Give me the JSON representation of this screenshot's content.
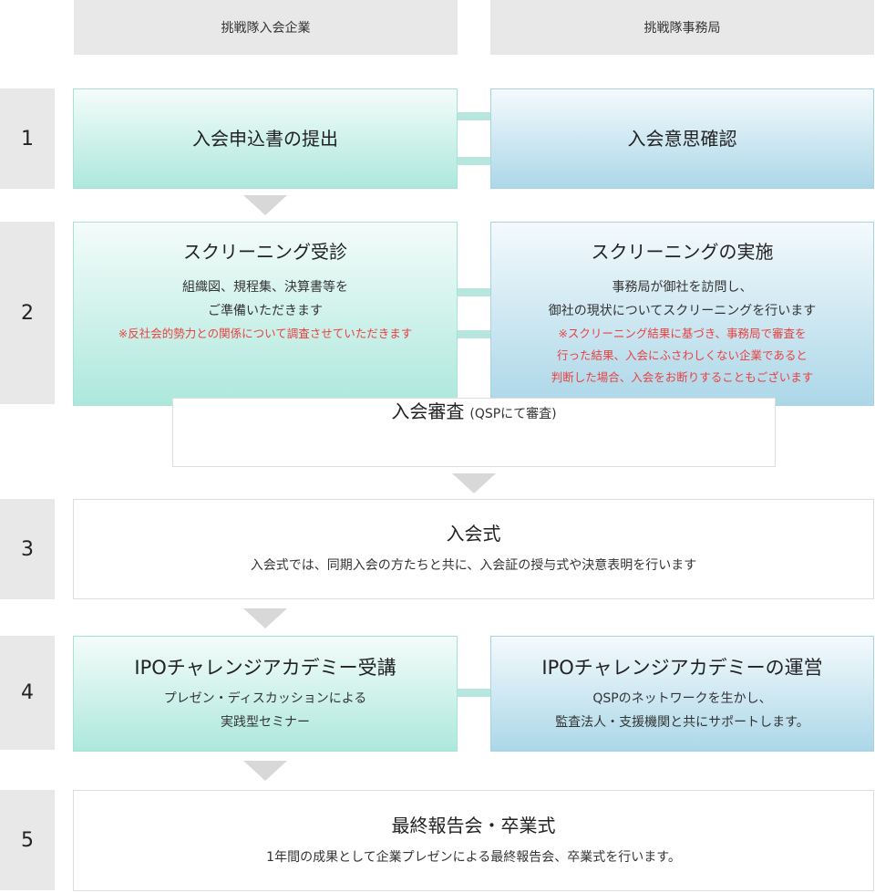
{
  "headers": {
    "left": "挑戦隊入会企業",
    "right": "挑戦隊事務局"
  },
  "steps": {
    "s1": {
      "num": "1",
      "left_title": "入会申込書の提出",
      "right_title": "入会意思確認"
    },
    "s2": {
      "num": "2",
      "left_title": "スクリーニング受診",
      "left_desc1": "組織図、規程集、決算書等を",
      "left_desc2": "ご準備いただきます",
      "left_note": "※反社会的勢力との関係について調査させていただきます",
      "right_title": "スクリーニングの実施",
      "right_desc1": "事務局が御社を訪問し、",
      "right_desc2": "御社の現状についてスクリーニングを行います",
      "right_note1": "※スクリーニング結果に基づき、事務局で審査を",
      "right_note2": "行った結果、入会にふさわしくない企業であると",
      "right_note3": "判断した場合、入会をお断りすることもございます"
    },
    "review": {
      "title": "入会審査",
      "sub": "(QSPにて審査)"
    },
    "s3": {
      "num": "3",
      "title": "入会式",
      "desc": "入会式では、同期入会の方たちと共に、入会証の授与式や決意表明を行います"
    },
    "s4": {
      "num": "4",
      "left_title": "IPOチャレンジアカデミー受講",
      "left_desc1": "プレゼン・ディスカッションによる",
      "left_desc2": "実践型セミナー",
      "right_title": "IPOチャレンジアカデミーの運営",
      "right_desc1": "QSPのネットワークを生かし、",
      "right_desc2": "監査法人・支援機関と共にサポートします。"
    },
    "s5": {
      "num": "5",
      "title": "最終報告会・卒業式",
      "desc": "1年間の成果として企業プレゼンによる最終報告会、卒業式を行います。"
    }
  }
}
